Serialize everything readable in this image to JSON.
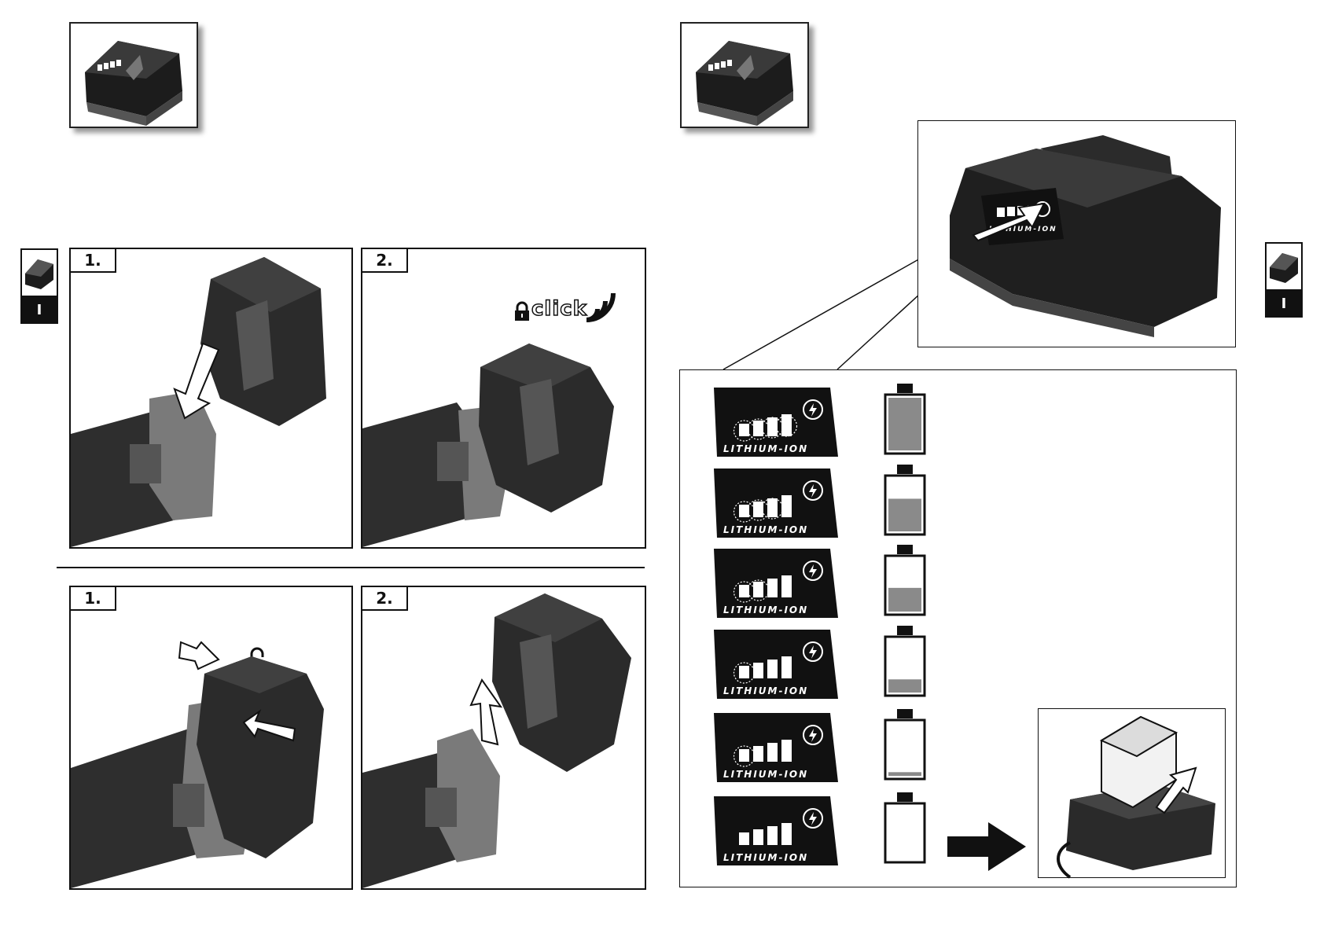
{
  "tabs": {
    "left_label": "I",
    "right_label": "I"
  },
  "insert": {
    "step1": "1.",
    "step2": "2.",
    "click_text": "click"
  },
  "remove": {
    "step1": "1.",
    "step2": "2."
  },
  "indicator": {
    "lcd_label": "LITHIUM-ION",
    "charger_label": "LITHIUM-ION",
    "levels": [
      {
        "lit": 4,
        "blinking": 4,
        "fill": 1.0
      },
      {
        "lit": 3,
        "blinking": 3,
        "fill": 0.62
      },
      {
        "lit": 2,
        "blinking": 2,
        "fill": 0.45
      },
      {
        "lit": 1,
        "blinking": 1,
        "fill": 0.25
      },
      {
        "lit": 1,
        "blinking": 1,
        "fill": 0.07
      },
      {
        "lit": 0,
        "blinking": 0,
        "fill": 0.0
      }
    ]
  },
  "colors": {
    "ink": "#111111",
    "tool_dark": "#2e2e2e",
    "tool_grey": "#7a7a7a",
    "battery_fill": "#8a8a8a"
  }
}
